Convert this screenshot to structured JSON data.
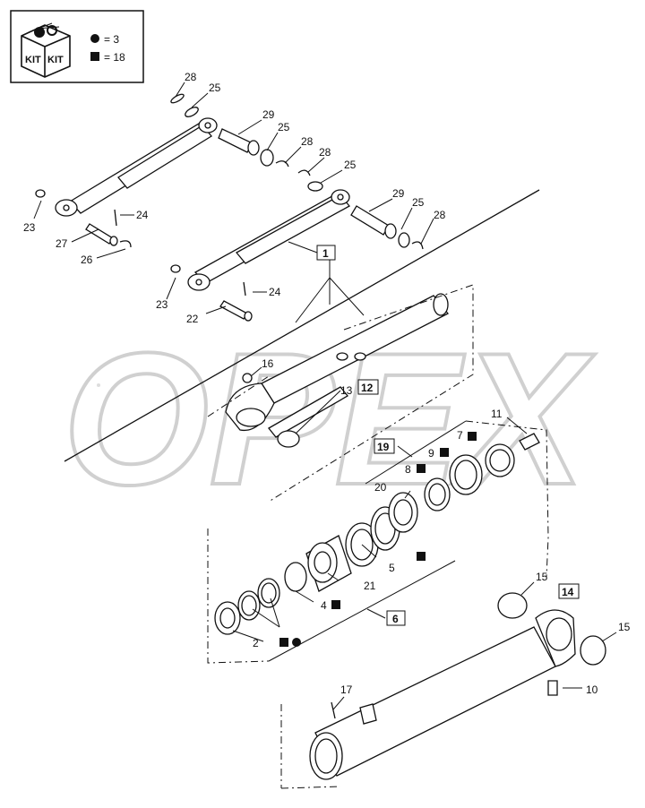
{
  "kit_legend": {
    "kit_text_1": "KIT",
    "kit_text_2": "KIT",
    "circle_count": "= 3",
    "square_count": "= 18"
  },
  "watermark": "OPEX",
  "callouts": [
    {
      "id": "c28a",
      "text": "28"
    },
    {
      "id": "c25a",
      "text": "25"
    },
    {
      "id": "c29a",
      "text": "29"
    },
    {
      "id": "c25b",
      "text": "25"
    },
    {
      "id": "c28b",
      "text": "28"
    },
    {
      "id": "c28c",
      "text": "28"
    },
    {
      "id": "c25c",
      "text": "25"
    },
    {
      "id": "c23a",
      "text": "23"
    },
    {
      "id": "c24a",
      "text": "24"
    },
    {
      "id": "c27",
      "text": "27"
    },
    {
      "id": "c26",
      "text": "26"
    },
    {
      "id": "c29b",
      "text": "29"
    },
    {
      "id": "c25d",
      "text": "25"
    },
    {
      "id": "c28d",
      "text": "28"
    },
    {
      "id": "c23b",
      "text": "23"
    },
    {
      "id": "c24b",
      "text": "24"
    },
    {
      "id": "c22",
      "text": "22"
    },
    {
      "id": "c16",
      "text": "16"
    },
    {
      "id": "c13",
      "text": "13"
    },
    {
      "id": "c11",
      "text": "11"
    },
    {
      "id": "c7",
      "text": "7"
    },
    {
      "id": "c9",
      "text": "9"
    },
    {
      "id": "c8",
      "text": "8"
    },
    {
      "id": "c20",
      "text": "20"
    },
    {
      "id": "c5",
      "text": "5"
    },
    {
      "id": "c21",
      "text": "21"
    },
    {
      "id": "c4",
      "text": "4"
    },
    {
      "id": "c2",
      "text": "2"
    },
    {
      "id": "c15a",
      "text": "15"
    },
    {
      "id": "c15b",
      "text": "15"
    },
    {
      "id": "c10",
      "text": "10"
    },
    {
      "id": "c17",
      "text": "17"
    }
  ],
  "boxed_labels": [
    {
      "id": "b1",
      "text": "1"
    },
    {
      "id": "b12",
      "text": "12"
    },
    {
      "id": "b19",
      "text": "19"
    },
    {
      "id": "b6",
      "text": "6"
    },
    {
      "id": "b14",
      "text": "14"
    }
  ]
}
